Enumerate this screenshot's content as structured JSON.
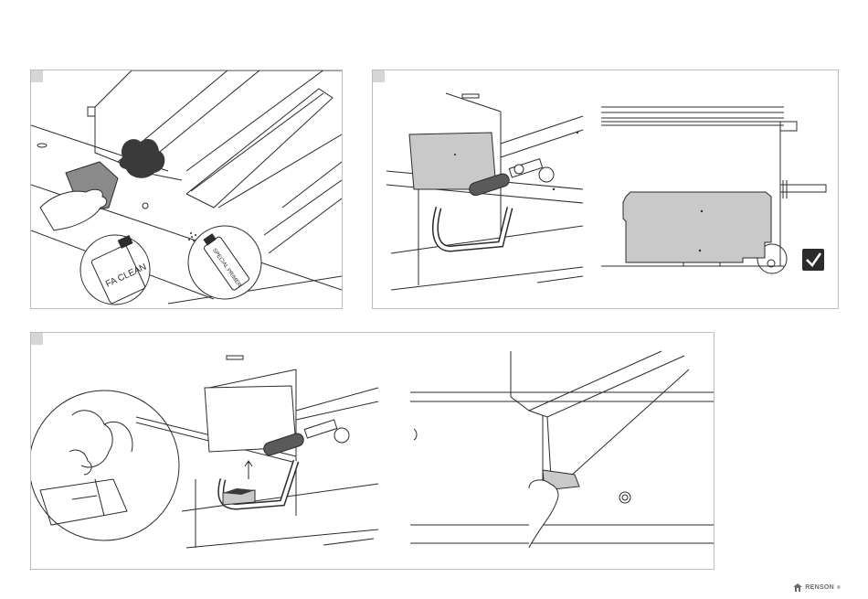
{
  "panels": {
    "step1": {
      "bottle_label": "FA CLEAN",
      "spray_label": "SPECIAL PRIMER"
    },
    "step2": {
      "confirm_icon": "check-icon"
    },
    "step3": {}
  },
  "footer": {
    "brand": "RENSON",
    "brand_symbol": "®",
    "logo_icon": "renson-house-icon"
  },
  "colors": {
    "line": "#2b2b2b",
    "gray_fill": "#c9c9c9",
    "dark_fill": "#3a3a3a",
    "marker": "#d6d6d6"
  }
}
